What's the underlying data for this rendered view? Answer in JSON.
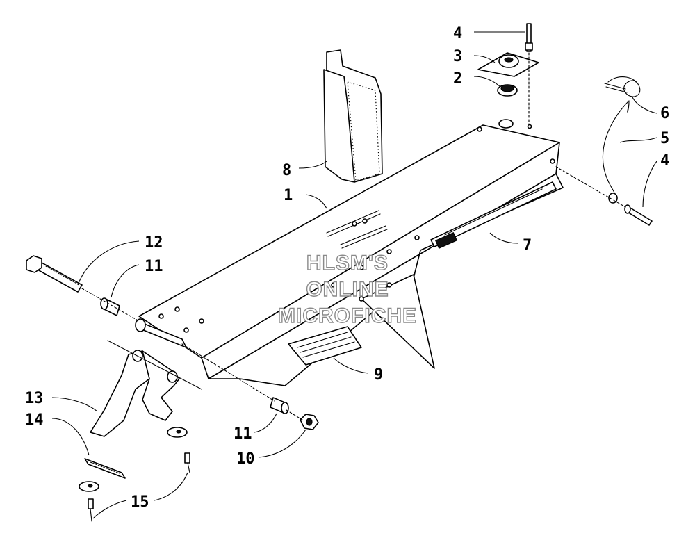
{
  "diagram": {
    "watermark": {
      "line1": "HLSM'S",
      "line2": "ONLINE",
      "line3": "MICROFICHE"
    },
    "callouts": {
      "c1": "1",
      "c2": "2",
      "c3": "3",
      "c4a": "4",
      "c4b": "4",
      "c5": "5",
      "c6": "6",
      "c7": "7",
      "c8": "8",
      "c9": "9",
      "c10": "10",
      "c11a": "11",
      "c11b": "11",
      "c12": "12",
      "c13": "13",
      "c14": "14",
      "c15": "15"
    }
  }
}
